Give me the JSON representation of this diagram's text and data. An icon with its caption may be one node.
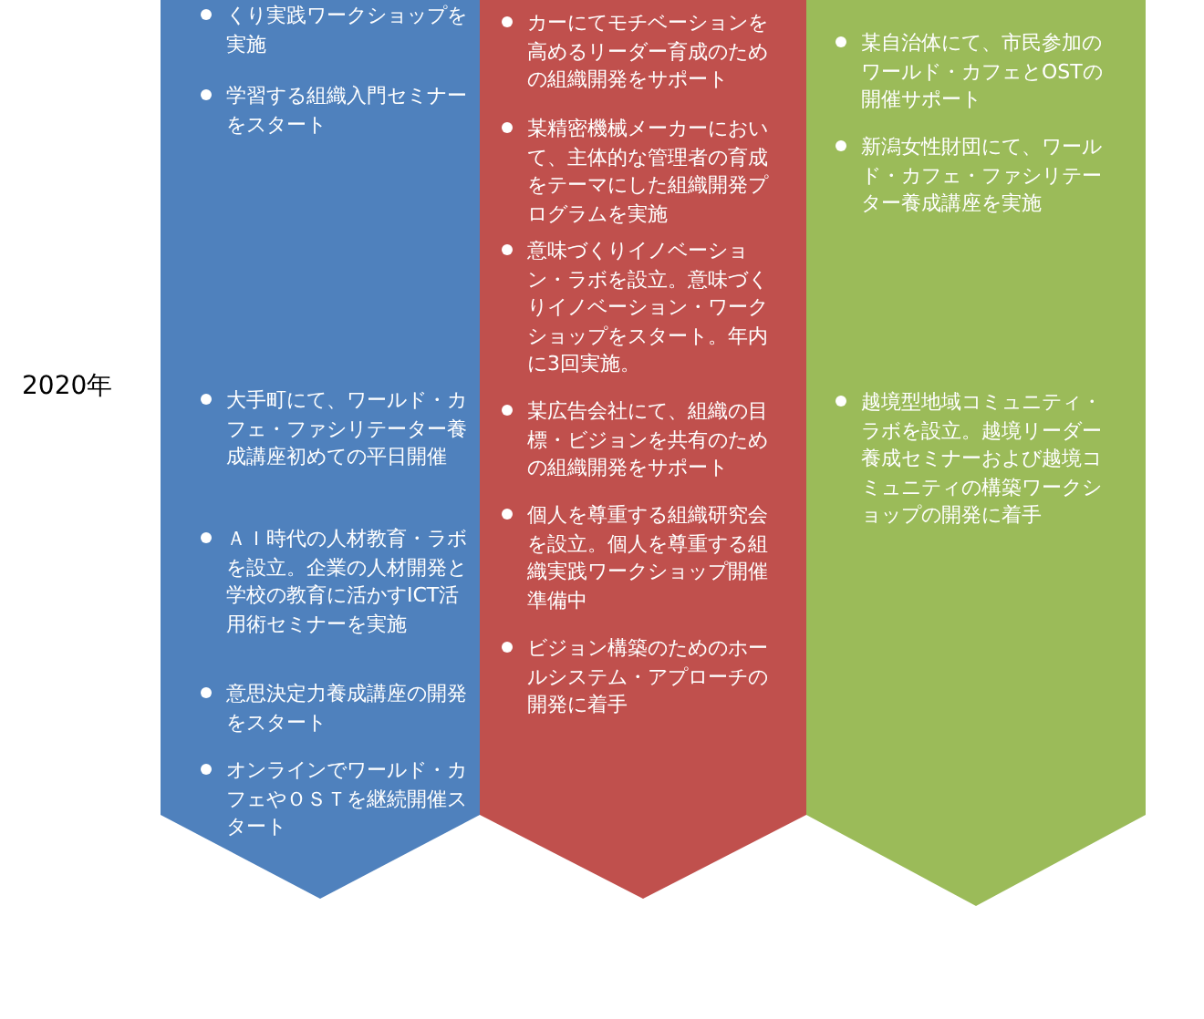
{
  "diagram": {
    "nodes": [
      {
        "text": [
          "くり実践ワークショップを実施",
          "学習する組織入門セミナーをスタート",
          "大手町にて、ワールド・カフェ・ファシリテーター養成講座初めての平日開催",
          "ＡＩ時代の人材教育・ラボを設立。企業の人材開発と学校の教育に活かすICT活用術セミナーを実施",
          "意思決定力養成講座の開発をスタート",
          "オンラインでワールド・カフェやＯＳＴを継続開催スタート"
        ]
      },
      {
        "text": [
          "カーにてモチベーションを高めるリーダー育成のための組織開発をサポート",
          "某精密機械メーカーにおいて、主体的な管理者の育成をテーマにした組織開発プログラムを実施",
          "意味づくりイノベーション・ラボを設立。意味づくりイノベーション・ワークショップをスタート。年内に3回実施。",
          "某広告会社にて、組織の目標・ビジョンを共有のための組織開発をサポート",
          "個人を尊重する組織研究会を設立。個人を尊重する組織実践ワークショップ開催準備中",
          "ビジョン構築のためのホールシステム・アプローチの開発に着手"
        ]
      },
      {
        "text": [
          "某自治体にて、市民参加のワールド・カフェとOSTの開催サポート",
          "新潟女性財団にて、ワールド・カフェ・ファシリテーター養成講座を実施",
          "越境型地域コミュニティ・ラボを設立。越境リーダー養成セミナーおよび越境コミュニティの構築ワークショップの開発に着手"
        ]
      }
    ],
    "labels": [
      "2020年"
    ]
  }
}
